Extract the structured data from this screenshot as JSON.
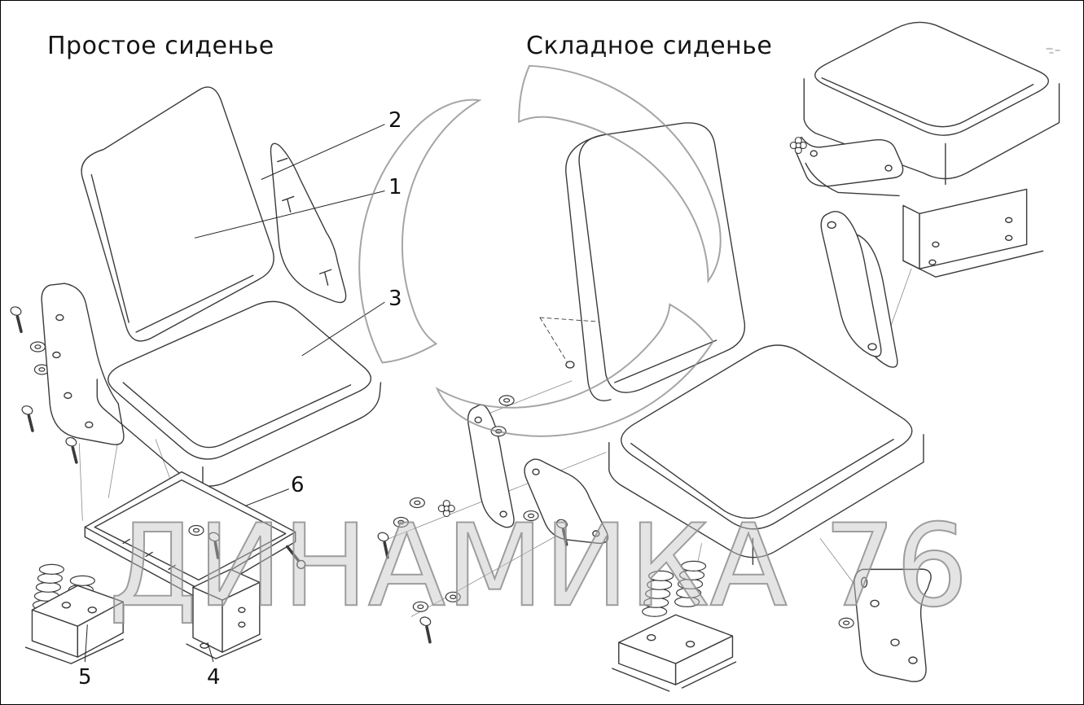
{
  "page": {
    "background": "#ffffff",
    "border_color": "#000000"
  },
  "titles": {
    "left": "Простое сиденье",
    "right": "Складное сиденье"
  },
  "callouts": [
    {
      "label": "2"
    },
    {
      "label": "1"
    },
    {
      "label": "3"
    },
    {
      "label": "6"
    },
    {
      "label": "5"
    },
    {
      "label": "4"
    }
  ],
  "watermark": {
    "text": "ДИНАМИКА 76",
    "color": "#9a9a9a"
  },
  "colors": {
    "line": "#3a3a3a",
    "thin_line": "#8a8a8a",
    "watermark_fill": "#c4c4c4",
    "watermark_stroke": "#8e8e8e"
  }
}
